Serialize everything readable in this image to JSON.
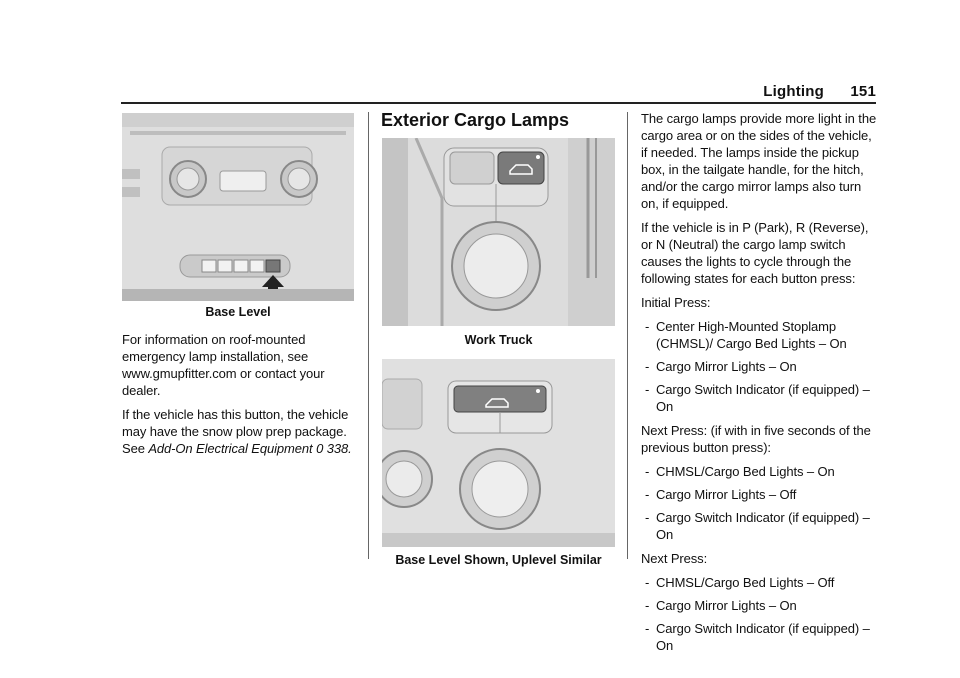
{
  "header": {
    "section": "Lighting",
    "page": "151"
  },
  "left": {
    "caption": "Base Level",
    "para1": "For information on roof-mounted emergency lamp installation, see www.gmupfitter.com or contact your dealer.",
    "para2_a": "If the vehicle has this button, the vehicle may have the snow plow prep package. See ",
    "para2_link": "Add-On Electrical Equipment",
    "para2_ref": "0 338."
  },
  "middle": {
    "heading": "Exterior Cargo Lamps",
    "caption1": "Work Truck",
    "caption2": "Base Level Shown, Uplevel Similar"
  },
  "right": {
    "intro1": "The cargo lamps provide more light in the cargo area or on the sides of the vehicle, if needed. The lamps inside the pickup box, in the tailgate handle, for the hitch, and/or the cargo mirror lamps also turn on, if equipped.",
    "intro2": "If the vehicle is in P (Park), R (Reverse), or N (Neutral) the cargo lamp switch causes the lights to cycle through the following states for each button press:",
    "initial_label": "Initial Press:",
    "initial_items": [
      "Center High-Mounted Stoplamp (CHMSL)/ Cargo Bed Lights – On",
      "Cargo Mirror Lights – On",
      "Cargo Switch Indicator (if equipped) – On"
    ],
    "next1_label": "Next Press: (if with in five seconds of the previous button press):",
    "next1_items": [
      "CHMSL/Cargo Bed Lights – On",
      "Cargo Mirror Lights – Off",
      "Cargo Switch Indicator (if equipped) – On"
    ],
    "next2_label": "Next Press:",
    "next2_items": [
      "CHMSL/Cargo Bed Lights – Off",
      "Cargo Mirror Lights – On",
      "Cargo Switch Indicator (if equipped) – On"
    ]
  }
}
